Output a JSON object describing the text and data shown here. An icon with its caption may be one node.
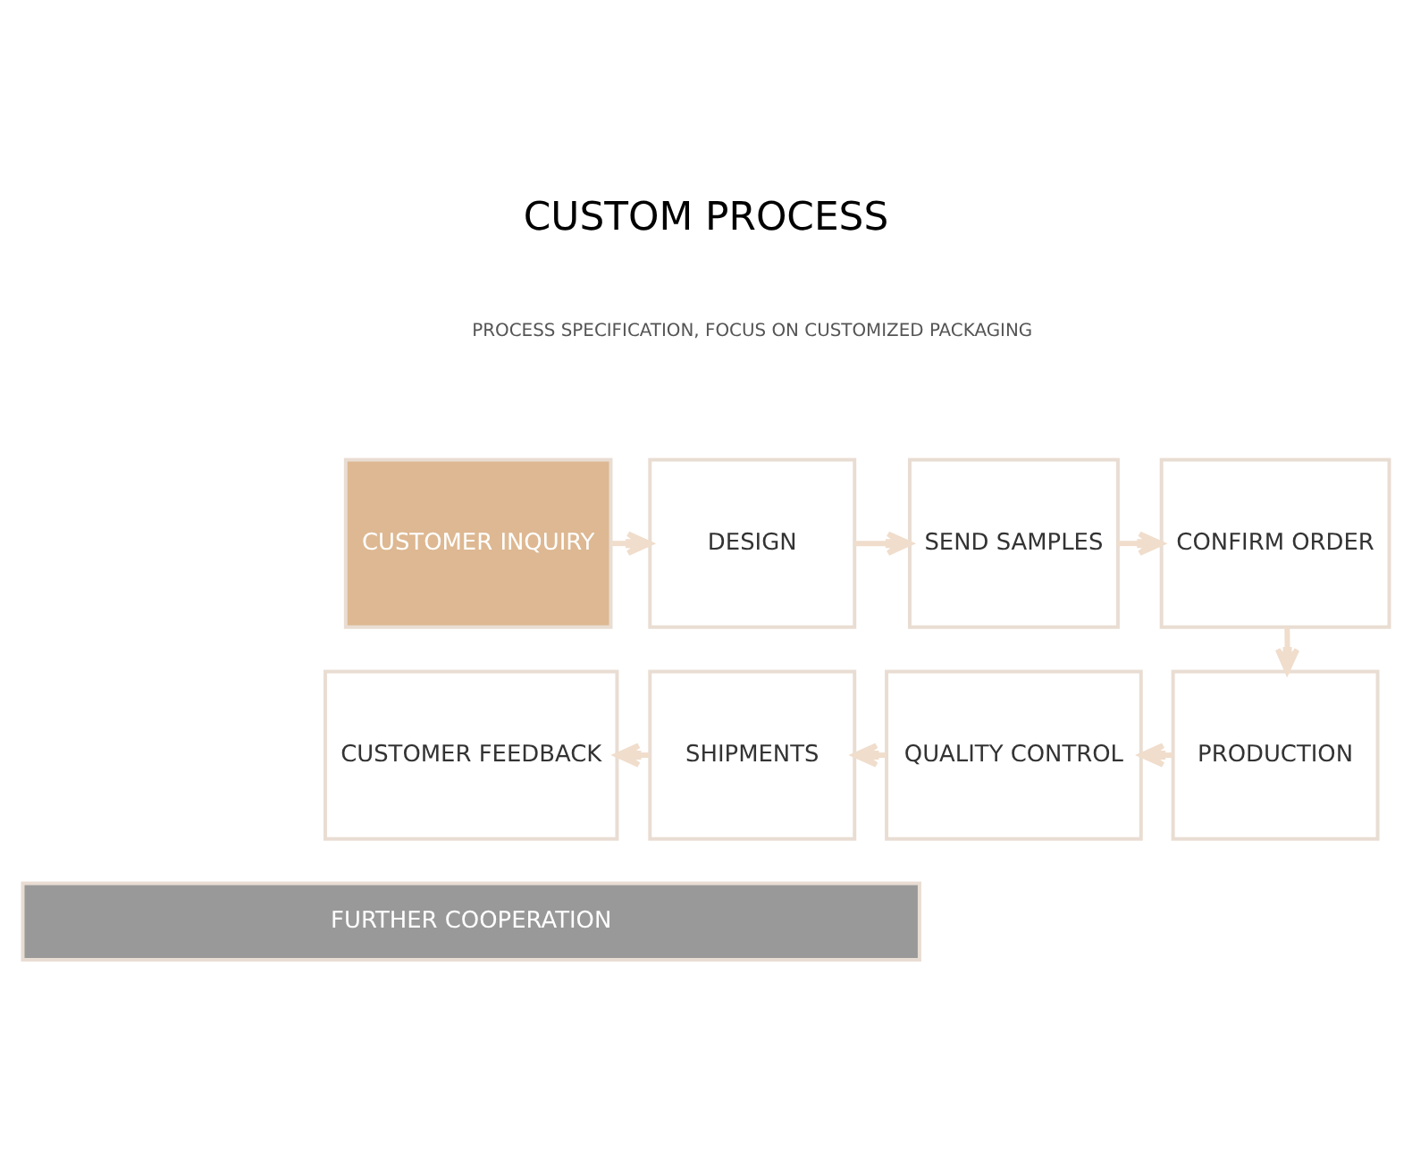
{
  "diagram": {
    "title": "CUSTOM PROCESS",
    "nodes": [
      {
        "text": [
          "CUSTOMER INQUIRY"
        ]
      },
      {
        "text": [
          "DESIGN"
        ]
      },
      {
        "text": [
          "SEND SAMPLES"
        ]
      },
      {
        "text": [
          "CONFIRM ORDER"
        ]
      },
      {
        "text": [
          "CUSTOMER FEEDBACK"
        ]
      },
      {
        "text": [
          "SHIPMENTS"
        ]
      },
      {
        "text": [
          "QUALITY CONTROL"
        ]
      },
      {
        "text": [
          "PRODUCTION"
        ]
      },
      {
        "text": [
          "FURTHER COOPERATION"
        ]
      }
    ],
    "edges": [
      {
        "from": 0,
        "to": 1,
        "arrow": "to"
      },
      {
        "from": 1,
        "to": 2,
        "arrow": "to"
      },
      {
        "from": 2,
        "to": 3,
        "arrow": "to"
      },
      {
        "from": 3,
        "to": 7,
        "arrow": "to"
      },
      {
        "from": 7,
        "to": 6,
        "arrow": "to"
      },
      {
        "from": 6,
        "to": 5,
        "arrow": "to"
      },
      {
        "from": 5,
        "to": 4,
        "arrow": "to"
      }
    ],
    "labels": [
      "PROCESS SPECIFICATION, FOCUS ON CUSTOMIZED PACKAGING"
    ]
  }
}
